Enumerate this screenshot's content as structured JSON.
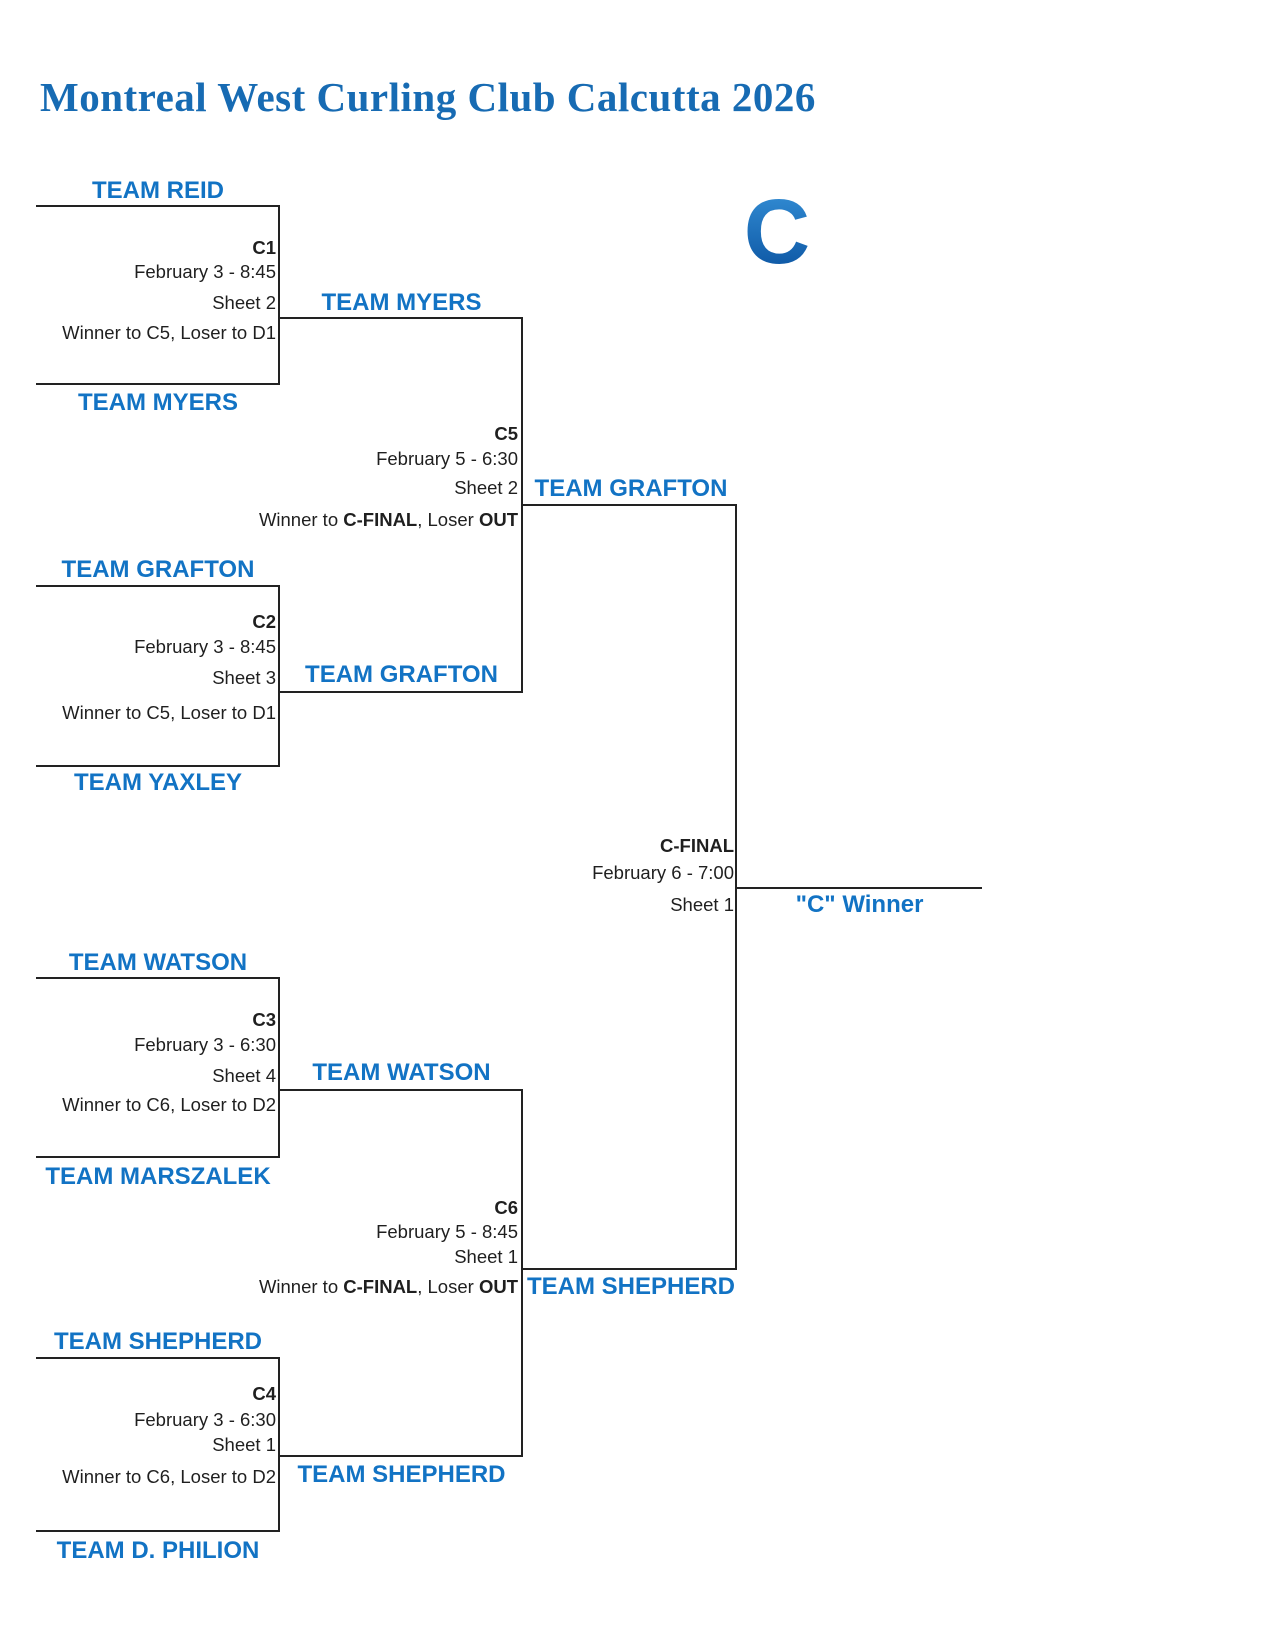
{
  "title": "Montreal West Curling Club Calcutta 2026",
  "bracket": {
    "letter": "C",
    "final_winner_label": "\"C\" Winner"
  },
  "colors": {
    "accent_blue": "#1273C4",
    "title_blue": "#176BB3",
    "line_color": "#222222",
    "text_color": "#1F1F1F"
  },
  "matches": {
    "c1": {
      "id": "C1",
      "date": "February 3 - 8:45",
      "sheet": "Sheet 2",
      "advance": "Winner to C5, Loser to D1",
      "top_team": "TEAM REID",
      "bottom_team": "TEAM MYERS",
      "winner": "TEAM MYERS"
    },
    "c2": {
      "id": "C2",
      "date": "February 3 - 8:45",
      "sheet": "Sheet 3",
      "advance": "Winner to C5, Loser to D1",
      "top_team": "TEAM GRAFTON",
      "bottom_team": "TEAM YAXLEY",
      "winner": "TEAM GRAFTON"
    },
    "c3": {
      "id": "C3",
      "date": "February 3 - 6:30",
      "sheet": "Sheet 4",
      "advance": "Winner to C6, Loser to D2",
      "top_team": "TEAM WATSON",
      "bottom_team": "TEAM MARSZALEK",
      "winner": "TEAM WATSON"
    },
    "c4": {
      "id": "C4",
      "date": "February 3 - 6:30",
      "sheet": "Sheet 1",
      "advance": "Winner to C6, Loser to D2",
      "top_team": "TEAM SHEPHERD",
      "bottom_team": "TEAM D. PHILION",
      "winner": "TEAM SHEPHERD"
    },
    "c5": {
      "id": "C5",
      "date": "February 5 - 6:30",
      "sheet": "Sheet 2",
      "advance_p1": "Winner to ",
      "advance_b1": "C-FINAL",
      "advance_p2": ", Loser ",
      "advance_b2": "OUT",
      "winner": "TEAM GRAFTON"
    },
    "c6": {
      "id": "C6",
      "date": "February 5 - 8:45",
      "sheet": "Sheet 1",
      "advance_p1": "Winner to ",
      "advance_b1": "C-FINAL",
      "advance_p2": ", Loser ",
      "advance_b2": "OUT",
      "winner": "TEAM SHEPHERD"
    },
    "cfinal": {
      "id": "C-FINAL",
      "date": "February 6 - 7:00",
      "sheet": "Sheet 1"
    }
  }
}
